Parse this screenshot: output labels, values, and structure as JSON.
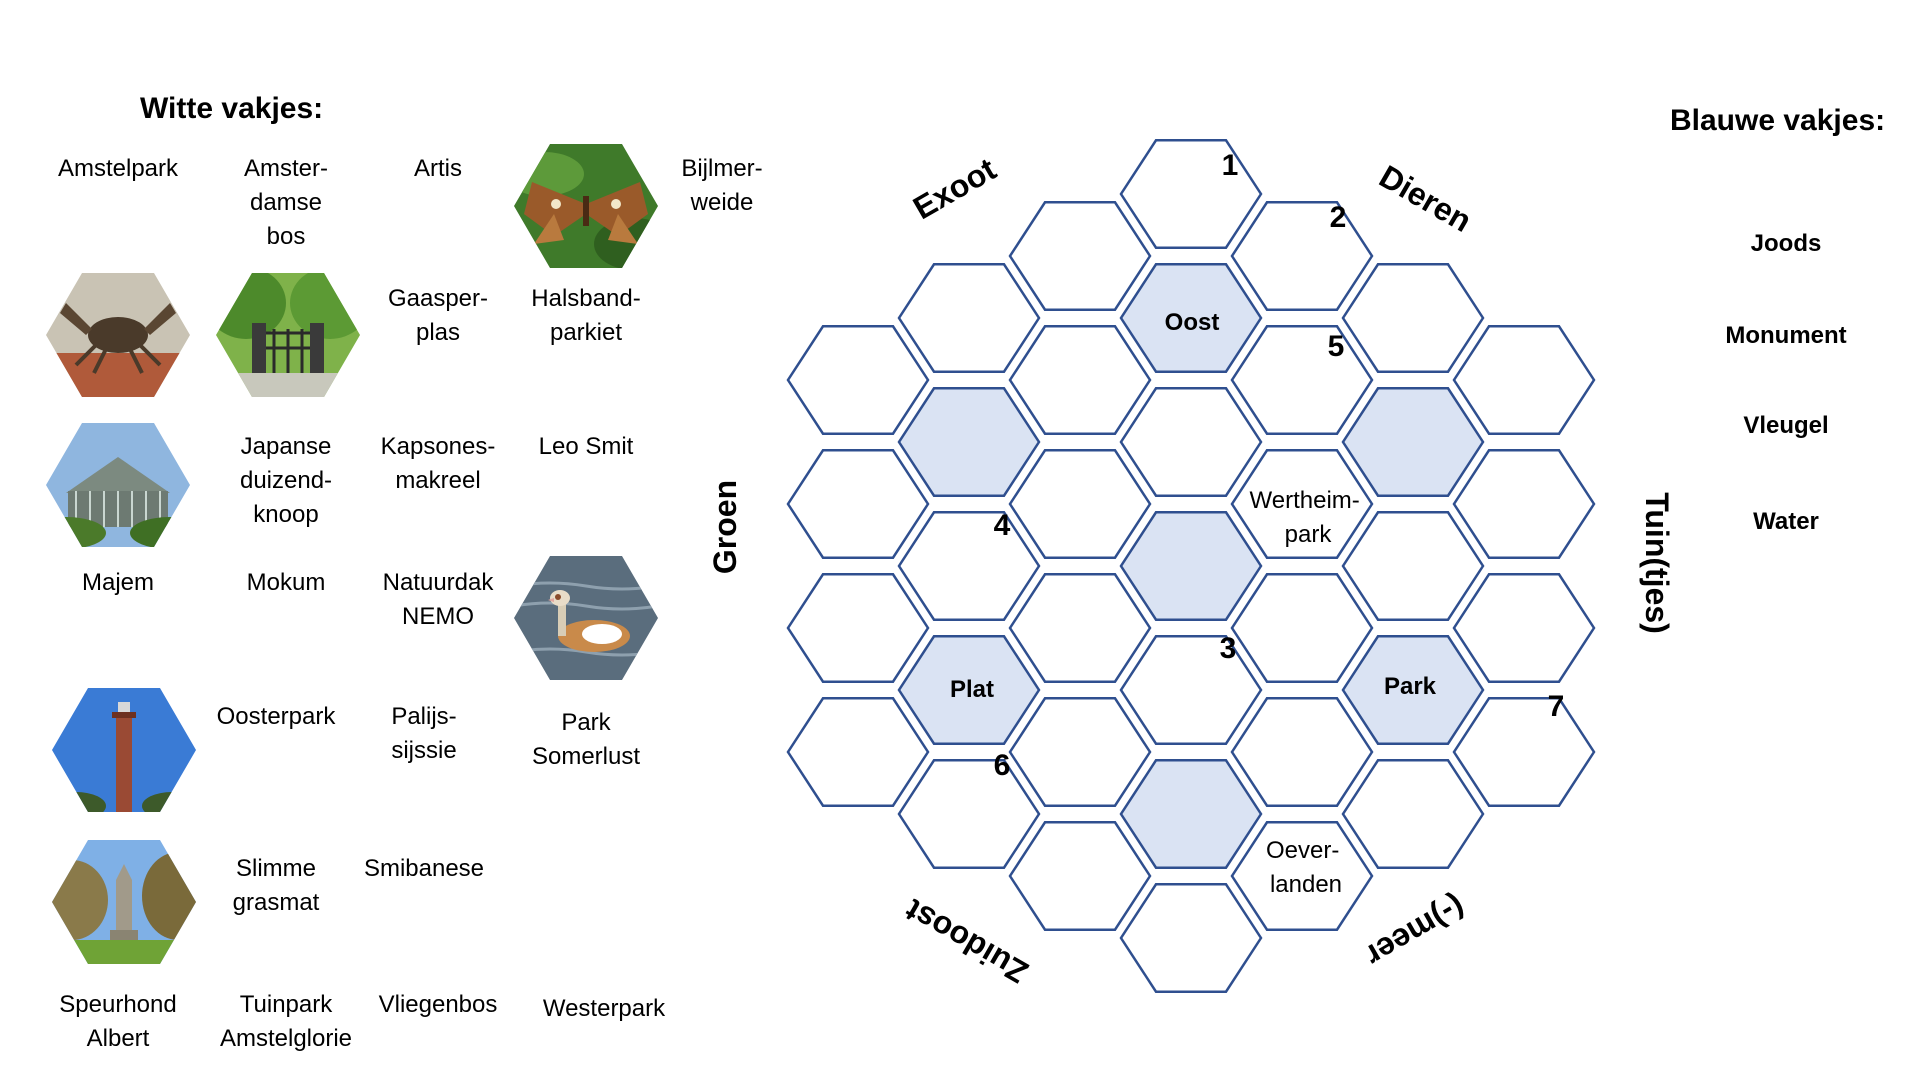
{
  "witte": {
    "title": "Witte vakjes:",
    "items": [
      "Amstelpark",
      "Amster-\ndamse\nbos",
      "Artis",
      "Bijlmer-\nweide",
      "Gaasper-\nplas",
      "Halsband-\nparkiet",
      "Japanse\nduizend-\nknoop",
      "Kapsones-\nmakreel",
      "Leo Smit",
      "Majem",
      "Mokum",
      "Natuurdak\nNEMO",
      "Oosterpark",
      "Palijs-\nsijssie",
      "Park\nSomerlust",
      "Slimme\ngrasmat",
      "Smibanese",
      "Speurhond\nAlbert",
      "Tuinpark\nAmstelglorie",
      "Vliegenbos",
      "Westerpark"
    ],
    "images": [
      "atlas-moth-image",
      "crab-image",
      "park-gate-image",
      "greenhouse-image",
      "egyptian-goose-image",
      "brick-tower-image",
      "park-monument-image"
    ]
  },
  "blauwe": {
    "title": "Blauwe vakjes:",
    "items": [
      "Joods",
      "Monument",
      "Vleugel",
      "Water"
    ]
  },
  "board": {
    "side_labels": [
      "Exoot",
      "Dieren",
      "Groen",
      "Tuin(tjes)",
      "Zuidoost",
      "(-)meer"
    ],
    "numbers": [
      "1",
      "2",
      "3",
      "4",
      "5",
      "6",
      "7"
    ],
    "cell_labels": [
      "Oost",
      "Plat",
      "Park",
      "Wertheim-\npark",
      "Oever-\nlanden"
    ],
    "colors": {
      "stroke": "#2f4f8f",
      "blue_fill": "#dae3f3",
      "white_fill": "#ffffff"
    }
  }
}
